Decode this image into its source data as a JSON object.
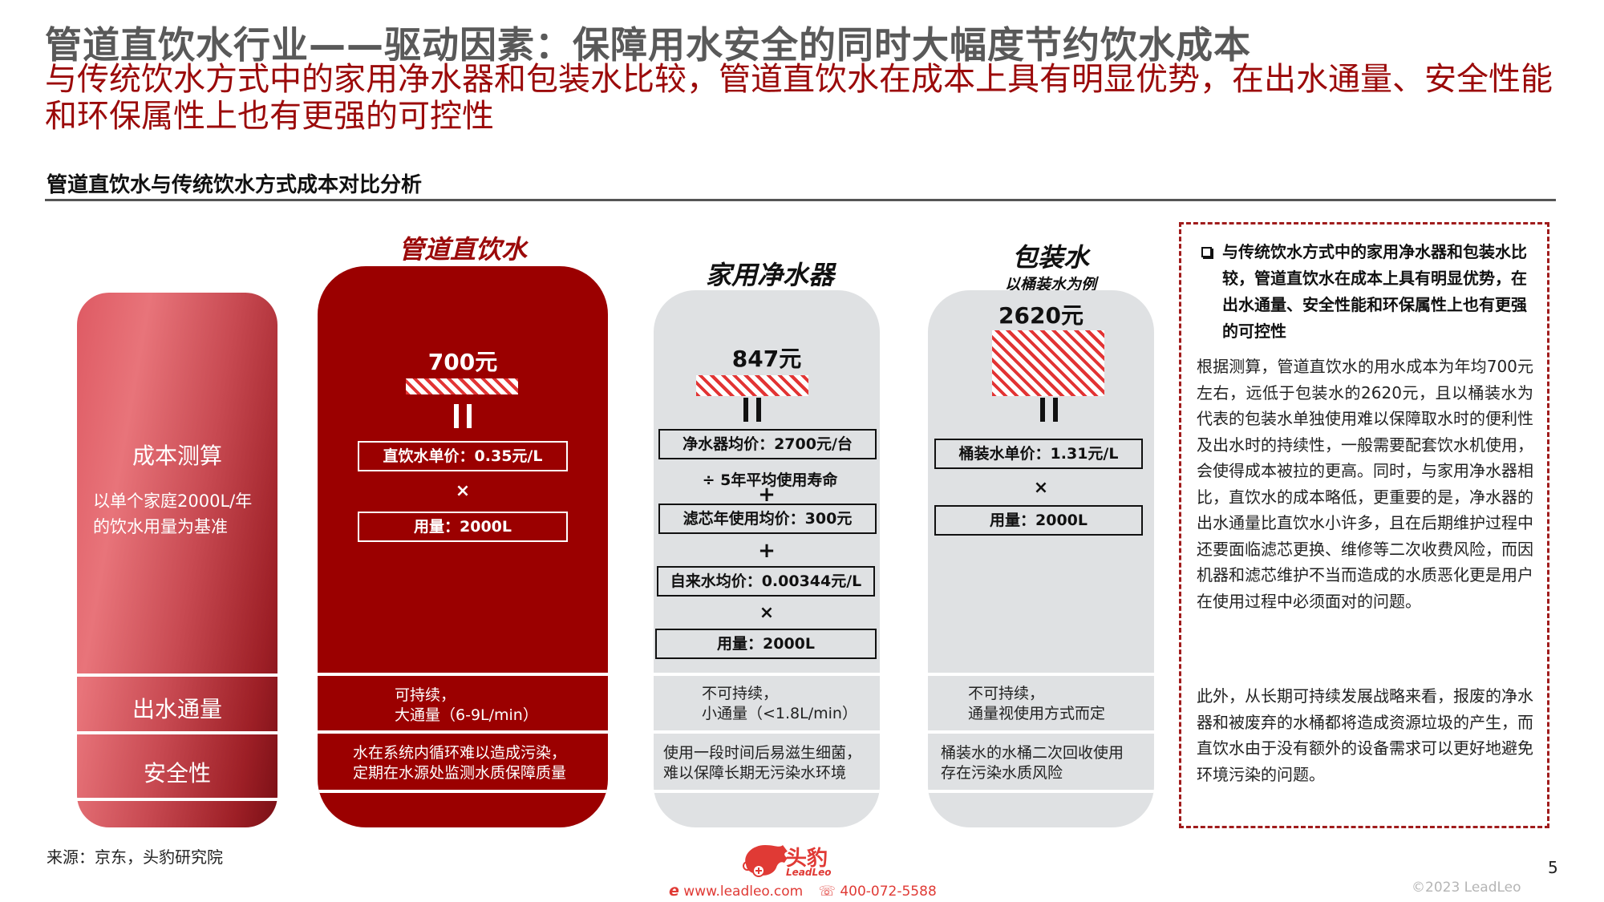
{
  "header": {
    "title": "管道直饮水行业——驱动因素：保障用水安全的同时大幅度节约饮水成本",
    "subtitle": "与传统饮水方式中的家用净水器和包装水比较，管道直饮水在成本上具有明显优势，在出水通量、安全性能和环保属性上也有更强的可控性"
  },
  "section": {
    "title": "管道直饮水与传统饮水方式成本对比分析"
  },
  "labels": {
    "cost": "成本测算",
    "cost_note_line1": "以单个家庭2000L/年",
    "cost_note_line2": "的饮水用量为基准",
    "flow": "出水通量",
    "safety": "安全性"
  },
  "cards": {
    "pipe": {
      "title": "管道直饮水",
      "amount": "700元",
      "unit_price": "直饮水单价：0.35元/L",
      "op1": "×",
      "usage": "用量：2000L",
      "flow_line1": "可持续，",
      "flow_line2": "大通量（6-9L/min）",
      "safety_line1": "水在系统内循环难以造成污染，",
      "safety_line2": "定期在水源处监测水质保障质量"
    },
    "purifier": {
      "title": "家用净水器",
      "amount": "847元",
      "device_price": "净水器均价：2700元/台",
      "divide": "÷  5年平均使用寿命",
      "plus1": "+",
      "filter_price": "滤芯年使用均价：300元",
      "plus2": "+",
      "tap_price": "自来水均价：0.00344元/L",
      "times": "×",
      "usage": "用量：2000L",
      "flow_line1": "不可持续，",
      "flow_line2": "小通量（<1.8L/min）",
      "safety_line1": "使用一段时间后易滋生细菌，",
      "safety_line2": "难以保障长期无污染水环境"
    },
    "bottled": {
      "title": "包装水",
      "subtitle": "以桶装水为例",
      "amount": "2620元",
      "unit_price": "桶装水单价：1.31元/L",
      "times": "×",
      "usage": "用量：2000L",
      "flow_line1": "不可持续，",
      "flow_line2": "通量视使用方式而定",
      "safety_line1": "桶装水的水桶二次回收使用",
      "safety_line2": "存在污染水质风险"
    }
  },
  "note": {
    "bullet": "与传统饮水方式中的家用净水器和包装水比较，管道直饮水在成本上具有明显优势，在出水通量、安全性能和环保属性上也有更强的可控性",
    "para1": "根据测算，管道直饮水的用水成本为年均700元左右，远低于包装水的2620元，且以桶装水为代表的包装水单独使用难以保障取水时的便利性及出水时的持续性，一般需要配套饮水机使用，会使得成本被拉的更高。同时，与家用净水器相比，直饮水的成本略低，更重要的是，净水器的出水通量比直饮水小许多，且在后期维护过程中还要面临滤芯更换、维修等二次收费风险，而因机器和滤芯维护不当而造成的水质恶化更是用户在使用过程中必须面对的问题。",
    "para2": "此外，从长期可持续发展战略来看，报废的净水器和被废弃的水桶都将造成资源垃圾的产生，而直饮水由于没有额外的设备需求可以更好地避免环境污染的问题。"
  },
  "footer": {
    "source": "来源：京东，头豹研究院",
    "logo_cn": "头豹",
    "logo_en": "LeadLeo",
    "website": "www.leadleo.com",
    "phone": "400-072-5588",
    "page_number": "5",
    "copyright": "©2023 LeadLeo"
  },
  "colors": {
    "brand_red": "#9b0000",
    "hatch_red": "#e23434",
    "card_gray": "#dfe1e3",
    "title_gray": "#595959"
  }
}
